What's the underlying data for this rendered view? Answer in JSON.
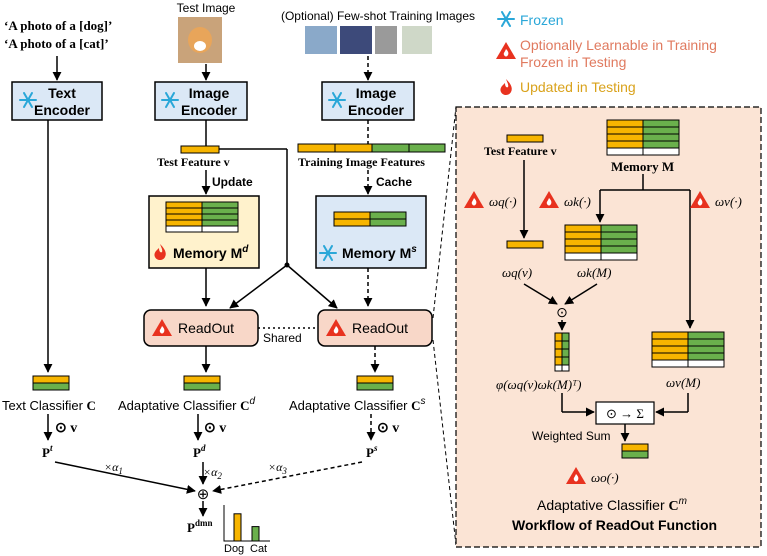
{
  "prompts": {
    "line1": "‘A photo of a [dog]’",
    "line2": "‘A photo of a [cat]’"
  },
  "test_image_label": "Test Image",
  "fewshot_label": "(Optional) Few-shot Training Images",
  "legend": {
    "frozen": "Frozen",
    "learnable_1": "Optionally Learnable in Training",
    "learnable_2": "Frozen in Testing",
    "updated": "Updated in Testing"
  },
  "text_encoder": {
    "line1": "Text",
    "line2": "Encoder"
  },
  "image_encoder": {
    "line1": "Image",
    "line2": "Encoder"
  },
  "test_feature": "Test Feature v",
  "train_features": "Training Image Features",
  "update_label": "Update",
  "cache_label": "Cache",
  "memory_d": "Memory M",
  "memory_d_sup": "d",
  "memory_s": "Memory M",
  "memory_s_sup": "s",
  "readout": "ReadOut",
  "shared": "Shared",
  "text_classifier": "Text Classifier",
  "adaptive_classifier": "Adaptative Classifier",
  "bold_C": "C",
  "sup_d": "d",
  "sup_s": "s",
  "sup_t": "t",
  "dot_v": "⊙ v",
  "P": "P",
  "P_dmn_sup": "dmn",
  "times_a1": "×α",
  "sub1": "1",
  "times_a2": "×α",
  "sub2": "2",
  "times_a3": "×α",
  "sub3": "3",
  "oplus": "⊕",
  "bar_labels": [
    "Dog",
    "Cat"
  ],
  "bar_values": [
    0.85,
    0.45
  ],
  "workflow": {
    "title": "Workflow of ReadOut Function",
    "test_feature": "Test Feature v",
    "memory": "Memory M",
    "wq": "ωq(·)",
    "wk": "ωk(·)",
    "wv": "ωv(·)",
    "wq_v": "ωq(v)",
    "wk_M": "ωk(M)",
    "wv_M": "ωv(M)",
    "phi": "φ(ωq(v)ωk(M)ᵀ)",
    "odot": "⊙",
    "sum_op": "⊙ → Σ",
    "weighted_sum": "Weighted Sum",
    "wo": "ωo(·)",
    "adaptive": "Adaptative Classifier",
    "adaptive_sup": "m"
  },
  "colors": {
    "frozen": "#2aa7d8",
    "learnable": "#e07a5f",
    "updated": "#d9a21b",
    "yellow": "#f7b500",
    "green": "#6ab04c",
    "panel_bg": "#fbe4d5",
    "encoder_bg": "#dbe8f6"
  }
}
